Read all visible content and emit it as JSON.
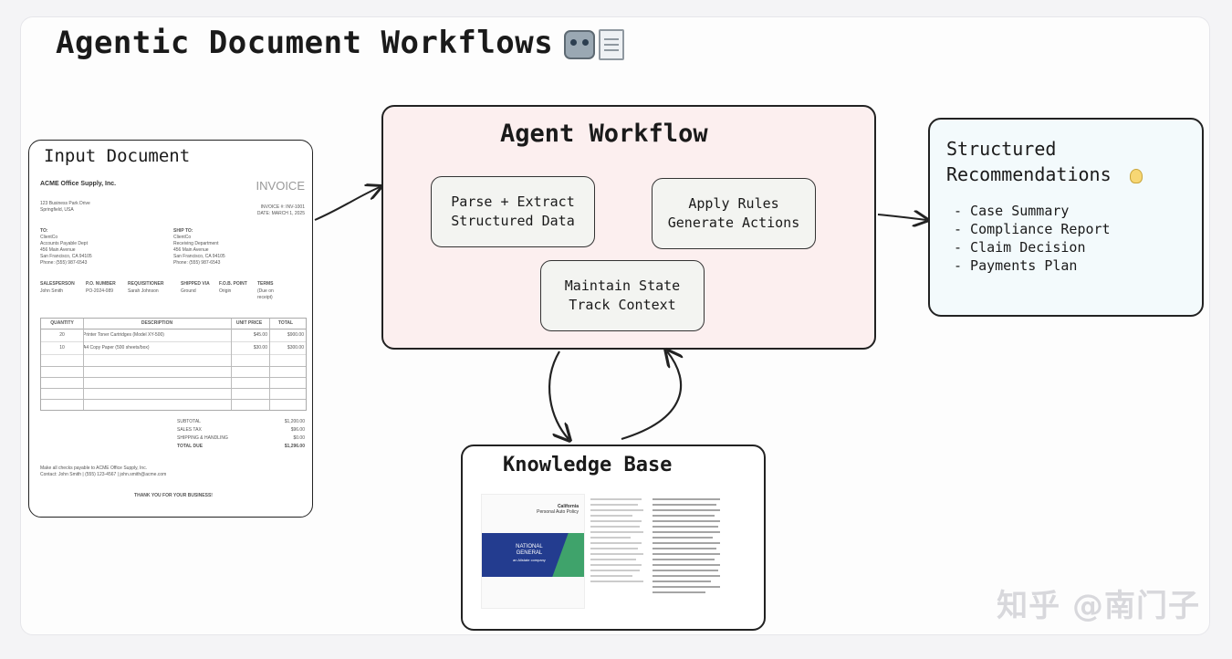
{
  "diagram": {
    "title": "Agentic Document Workflows",
    "input_document": {
      "label": "Input Document",
      "invoice": {
        "company": "ACME Office Supply, Inc.",
        "heading": "INVOICE",
        "address": [
          "123 Business Park Drive",
          "Springfield, USA"
        ],
        "invoice_no": "INVOICE #: INV-1001",
        "date": "DATE: MARCH 1, 2025",
        "to_label": "TO:",
        "to_lines": [
          "ClientCo",
          "Accounts Payable Dept",
          "456 Main Avenue",
          "San Francisco, CA 94105",
          "Phone: (555) 987-6543"
        ],
        "ship_label": "SHIP TO:",
        "ship_lines": [
          "ClientCo",
          "Receiving Department",
          "456 Main Avenue",
          "San Francisco, CA 94105",
          "Phone: (555) 987-6543"
        ],
        "order_headers": [
          "SALESPERSON",
          "P.O. NUMBER",
          "REQUISITIONER",
          "SHIPPED VIA",
          "F.O.B. POINT",
          "TERMS"
        ],
        "order_values": [
          "John Smith",
          "PO-2024-089",
          "Sarah Johnson",
          "Ground",
          "Origin",
          "(Due on receipt)"
        ],
        "item_headers": [
          "QUANTITY",
          "DESCRIPTION",
          "UNIT PRICE",
          "TOTAL"
        ],
        "items": [
          {
            "qty": "20",
            "desc": "Printer Toner Cartridges (Model XY-500)",
            "price": "$45.00",
            "total": "$900.00"
          },
          {
            "qty": "10",
            "desc": "A4 Copy Paper (500 sheets/box)",
            "price": "$30.00",
            "total": "$300.00"
          }
        ],
        "totals": [
          {
            "label": "SUBTOTAL",
            "value": "$1,200.00"
          },
          {
            "label": "SALES TAX",
            "value": "$96.00"
          },
          {
            "label": "SHIPPING & HANDLING",
            "value": "$0.00"
          },
          {
            "label": "TOTAL DUE",
            "value": "$1,296.00"
          }
        ],
        "footer_lines": [
          "Make all checks payable to ACME Office Supply, Inc.",
          "Contact: John Smith | (555) 123-4567 | john.smith@acme.com"
        ],
        "thanks": "THANK YOU FOR YOUR BUSINESS!"
      }
    },
    "agent_workflow": {
      "label": "Agent Workflow",
      "steps": [
        {
          "line1": "Parse + Extract",
          "line2": "Structured Data"
        },
        {
          "line1": "Apply Rules",
          "line2": "Generate Actions"
        },
        {
          "line1": "Maintain State",
          "line2": "Track Context"
        }
      ]
    },
    "recommendations": {
      "label_line1": "Structured",
      "label_line2": "Recommendations",
      "items": [
        "- Case Summary",
        "- Compliance Report",
        "- Claim Decision",
        "- Payments Plan"
      ]
    },
    "knowledge_base": {
      "label": "Knowledge Base",
      "doc_banner_line1": "NATIONAL",
      "doc_banner_line2": "GENERAL",
      "doc_banner_line3": "an Allstate company",
      "doc_heading_line1": "California",
      "doc_heading_line2": "Personal Auto Policy"
    },
    "watermark": "知乎 @南门子",
    "colors": {
      "workflow_fill": "#fcefef",
      "recommendations_fill": "#f3fafc",
      "banner_blue": "#233c8f",
      "banner_green": "#3fa36b"
    }
  }
}
